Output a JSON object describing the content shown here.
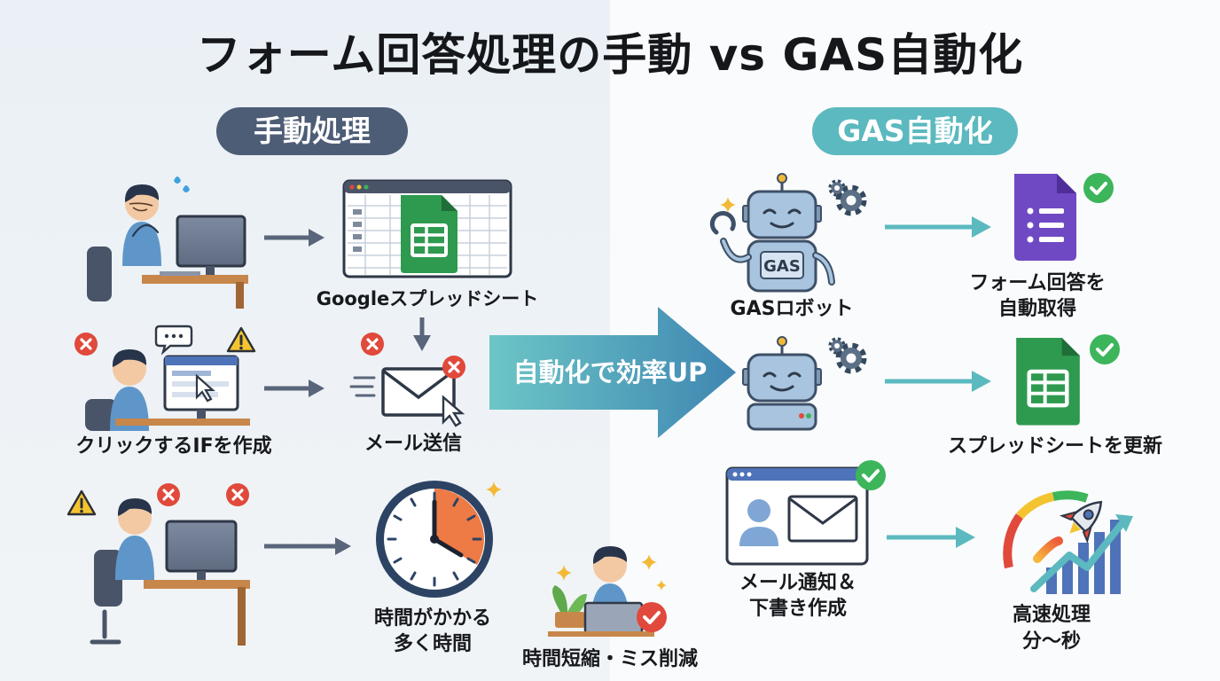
{
  "title": "フォーム回答処理の手動 vs GAS自動化",
  "manual": {
    "header": "手動処理",
    "labels": {
      "spreadsheet": "Googleスプレッドシート",
      "create_if": "クリックするIFを作成",
      "send_mail": "メール送信",
      "takes_time_1": "時間がかかる",
      "takes_time_2": "多く時間"
    }
  },
  "center": {
    "arrow_text": "自動化で効率UP",
    "benefit": "時間短縮・ミス削減"
  },
  "gas": {
    "header": "GAS自動化",
    "robot_badge": "GAS",
    "labels": {
      "robot": "GASロボット",
      "form_1": "フォーム回答を",
      "form_2": "自動取得",
      "sheet_update": "スプレッドシートを更新",
      "mail_1": "メール通知＆",
      "mail_2": "下書き作成",
      "speed_1": "高速処理",
      "speed_2": "分〜秒"
    }
  },
  "colors": {
    "manual_accent": "#4e5d76",
    "gas_accent": "#5bb9bf",
    "arrow_teal": "#5bb9bf",
    "arrow_slate": "#59657a",
    "sheets_green": "#2e9a4f",
    "forms_purple": "#6f49c4",
    "error_red": "#e0493b",
    "warning_yellow": "#f4c430",
    "check_green": "#3cb55b",
    "clock_orange": "#ee7a45"
  },
  "icons": [
    "stressed-worker-icon",
    "sheets-icon",
    "mail-icon",
    "clock-icon",
    "robot-icon",
    "gear-icon",
    "forms-icon",
    "check-icon",
    "browser-mail-icon",
    "speedometer-rocket-icon",
    "warning-icon",
    "error-icon"
  ]
}
